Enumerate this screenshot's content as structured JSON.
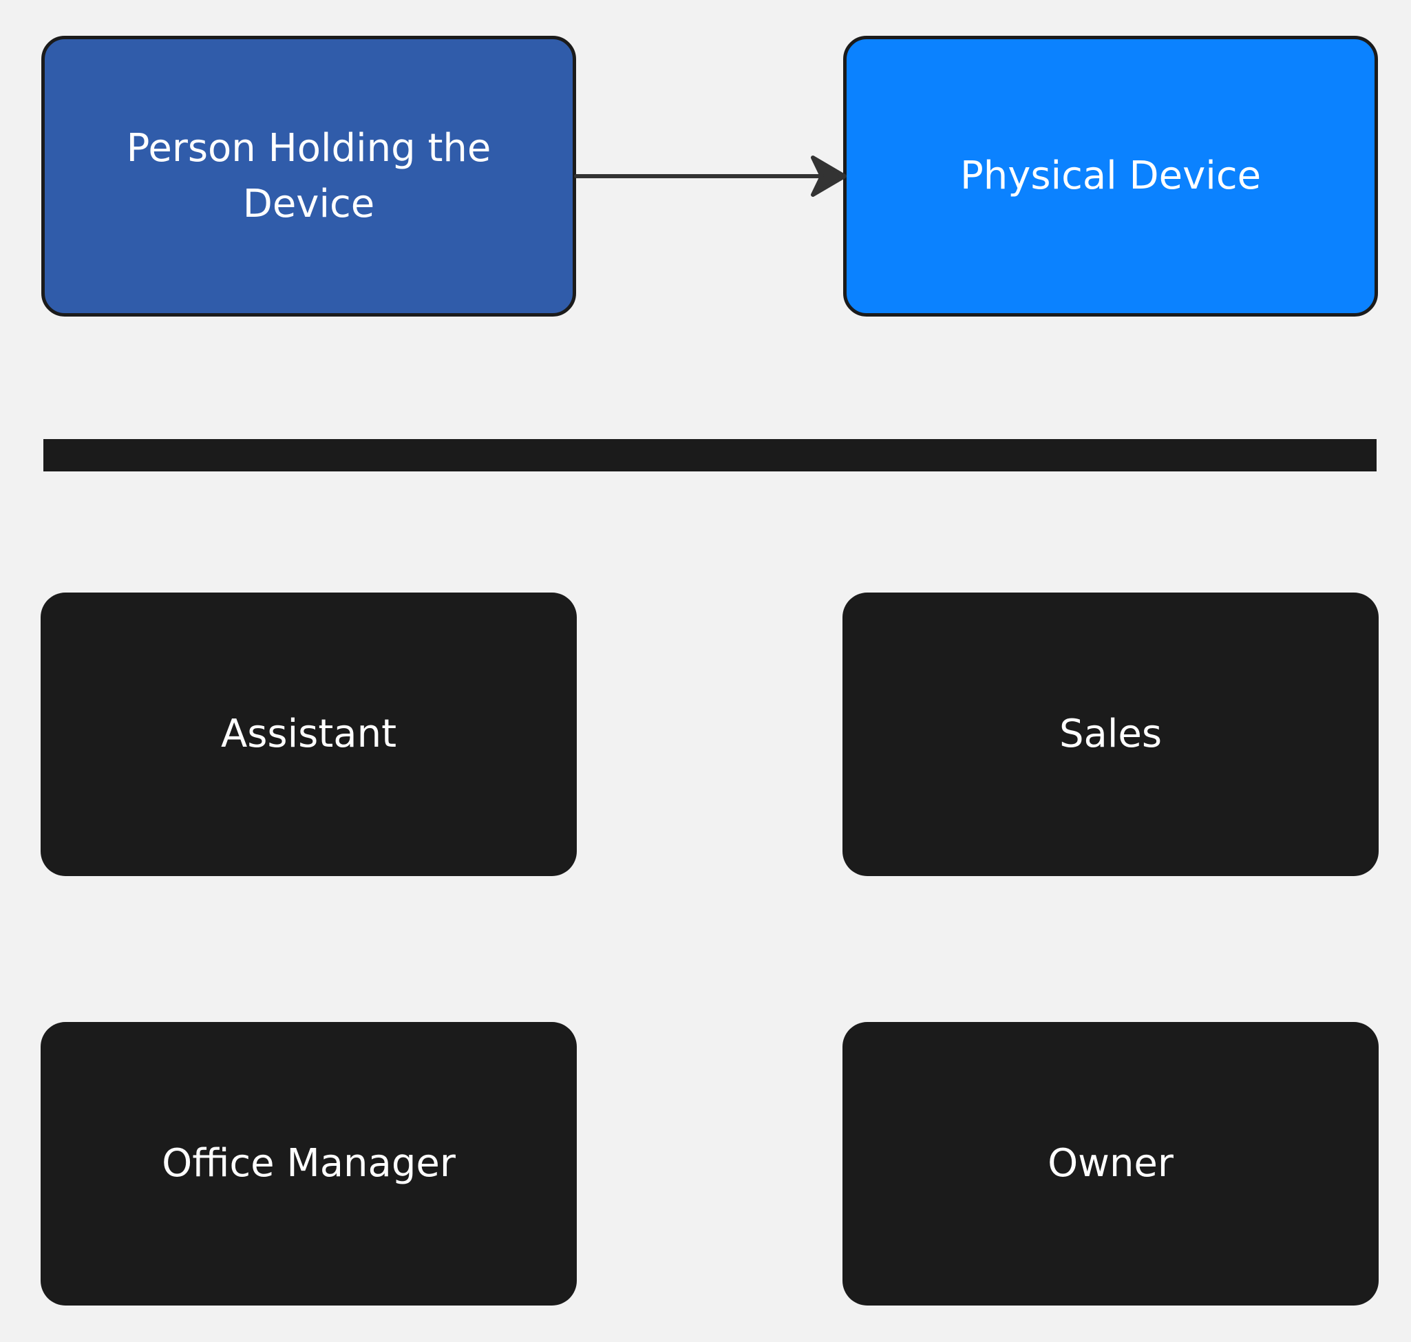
{
  "diagram": {
    "nodes": {
      "person": {
        "label": "Person Holding the Device",
        "fill": "#305caa"
      },
      "device": {
        "label": "Physical Device",
        "fill": "#0b82ff"
      },
      "assistant": {
        "label": "Assistant",
        "fill": "#1b1b1b"
      },
      "sales": {
        "label": "Sales",
        "fill": "#1b1b1b"
      },
      "office_manager": {
        "label": "Office Manager",
        "fill": "#1b1b1b"
      },
      "owner": {
        "label": "Owner",
        "fill": "#1b1b1b"
      }
    },
    "edges": [
      {
        "from": "person",
        "to": "device",
        "directed": true
      }
    ],
    "divider_color": "#1b1b1b",
    "edge_color": "#333333",
    "background": "#f2f2f2"
  }
}
